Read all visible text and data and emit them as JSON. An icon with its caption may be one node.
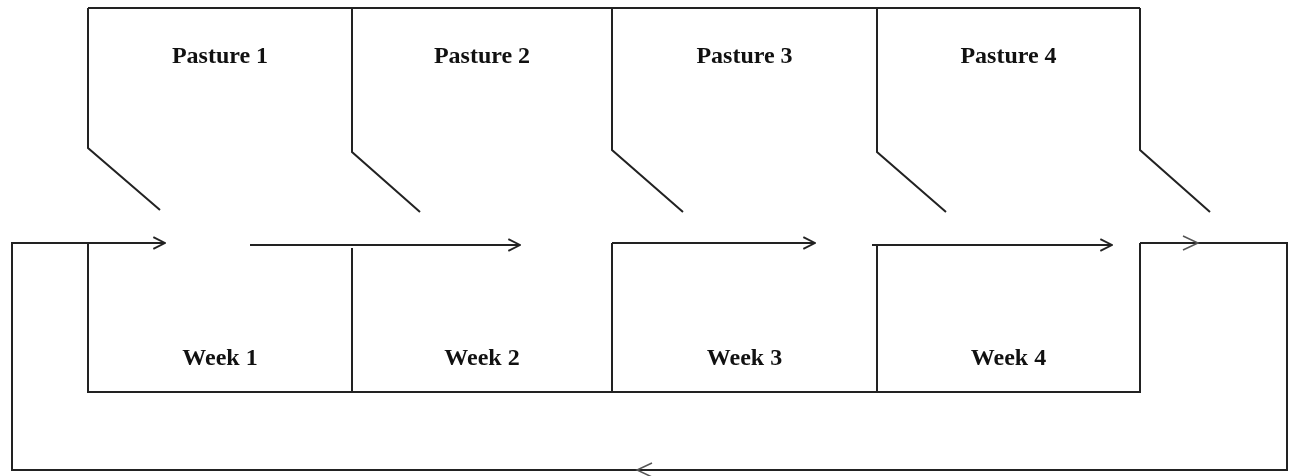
{
  "diagram": {
    "nodes": [
      {
        "text": [
          "Pasture 1",
          "Week 1"
        ]
      },
      {
        "text": [
          "Pasture 2",
          "Week 2"
        ]
      },
      {
        "text": [
          "Pasture 3",
          "Week 3"
        ]
      },
      {
        "text": [
          "Pasture 4",
          "Week 4"
        ]
      }
    ],
    "edges": [
      {
        "from": 0,
        "to": 1,
        "arrow": "to"
      },
      {
        "from": 1,
        "to": 2,
        "arrow": "to"
      },
      {
        "from": 2,
        "to": 3,
        "arrow": "to"
      },
      {
        "from": 3,
        "to": 0,
        "arrow": "to"
      }
    ]
  }
}
